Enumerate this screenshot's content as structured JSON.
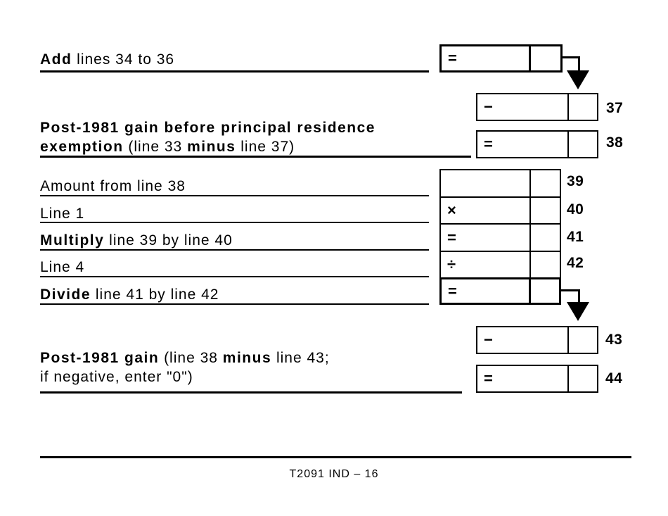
{
  "add_row": {
    "bold": "Add",
    "rest": " lines 34 to 36",
    "symbol": "="
  },
  "box37": {
    "symbol": "−",
    "line_no": "37"
  },
  "heading38": {
    "line1": "Post-1981 gain before principal residence",
    "line2_bold1": "exemption",
    "line2_reg1": " (line 33 ",
    "line2_bold2": "minus",
    "line2_reg2": " line 37)"
  },
  "box38": {
    "symbol": "=",
    "line_no": "38"
  },
  "table": {
    "rows": [
      {
        "bold": "",
        "text": "Amount from line 38",
        "symbol": "",
        "line_no": "39"
      },
      {
        "bold": "",
        "text": "Line 1",
        "symbol": "×",
        "line_no": "40"
      },
      {
        "bold": "Multiply",
        "text": " line 39 by line 40",
        "symbol": "=",
        "line_no": "41"
      },
      {
        "bold": "",
        "text": "Line 4",
        "symbol": "÷",
        "line_no": "42"
      },
      {
        "bold": "Divide",
        "text": " line 41 by line 42",
        "symbol": "=",
        "line_no": ""
      }
    ]
  },
  "box43": {
    "symbol": "−",
    "line_no": "43"
  },
  "heading44": {
    "line1_bold1": "Post-1981 gain",
    "line1_reg1": " (line 38 ",
    "line1_bold2": "minus",
    "line1_reg2": " line 43;",
    "line2": "if negative, enter \"0\")"
  },
  "box44": {
    "symbol": "=",
    "line_no": "44"
  },
  "footer": {
    "text": "T2091 IND – 16"
  }
}
